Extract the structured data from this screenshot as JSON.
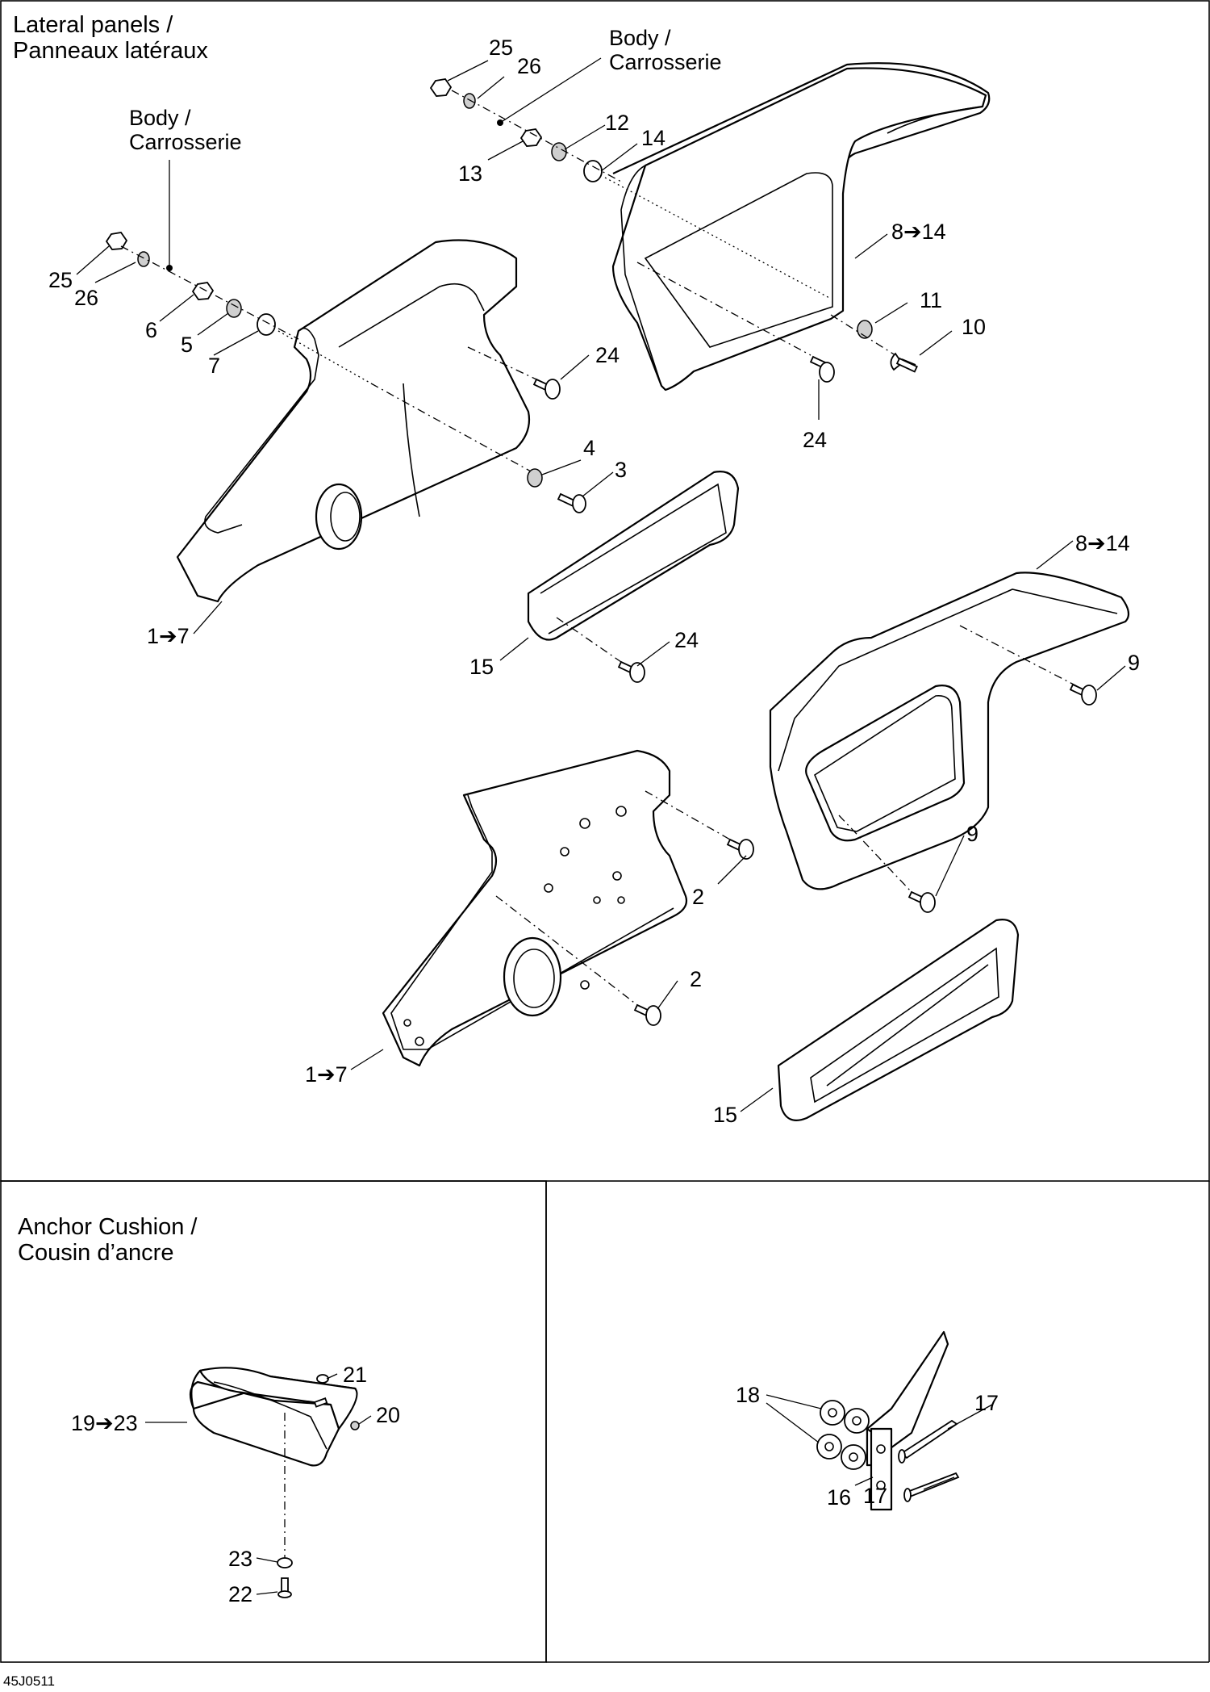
{
  "sections": {
    "lateral_title": [
      "Lateral panels /",
      "Panneaux latéraux"
    ],
    "anchor_title": [
      "Anchor Cushion /",
      "Cousin d’ancre"
    ],
    "body_note": [
      "Body /",
      "Carrosserie"
    ]
  },
  "callouts": {
    "c25a": "25",
    "c26a": "26",
    "c12": "12",
    "c14": "14",
    "c13": "13",
    "c8_14a": "8➔14",
    "c11": "11",
    "c10": "10",
    "c24a": "24",
    "c25b": "25",
    "c26b": "26",
    "c6": "6",
    "c5": "5",
    "c7": "7",
    "c24b": "24",
    "c4": "4",
    "c3": "3",
    "c1_7a": "1➔7",
    "c15a": "15",
    "c24c": "24",
    "c8_14b": "8➔14",
    "c9a": "9",
    "c9b": "9",
    "c2a": "2",
    "c2b": "2",
    "c1_7b": "1➔7",
    "c15b": "15",
    "c19_23": "19➔23",
    "c21": "21",
    "c20": "20",
    "c23": "23",
    "c22": "22",
    "c18": "18",
    "c17a": "17",
    "c16": "16",
    "c17b": "17"
  },
  "figure_code": "45J0511"
}
